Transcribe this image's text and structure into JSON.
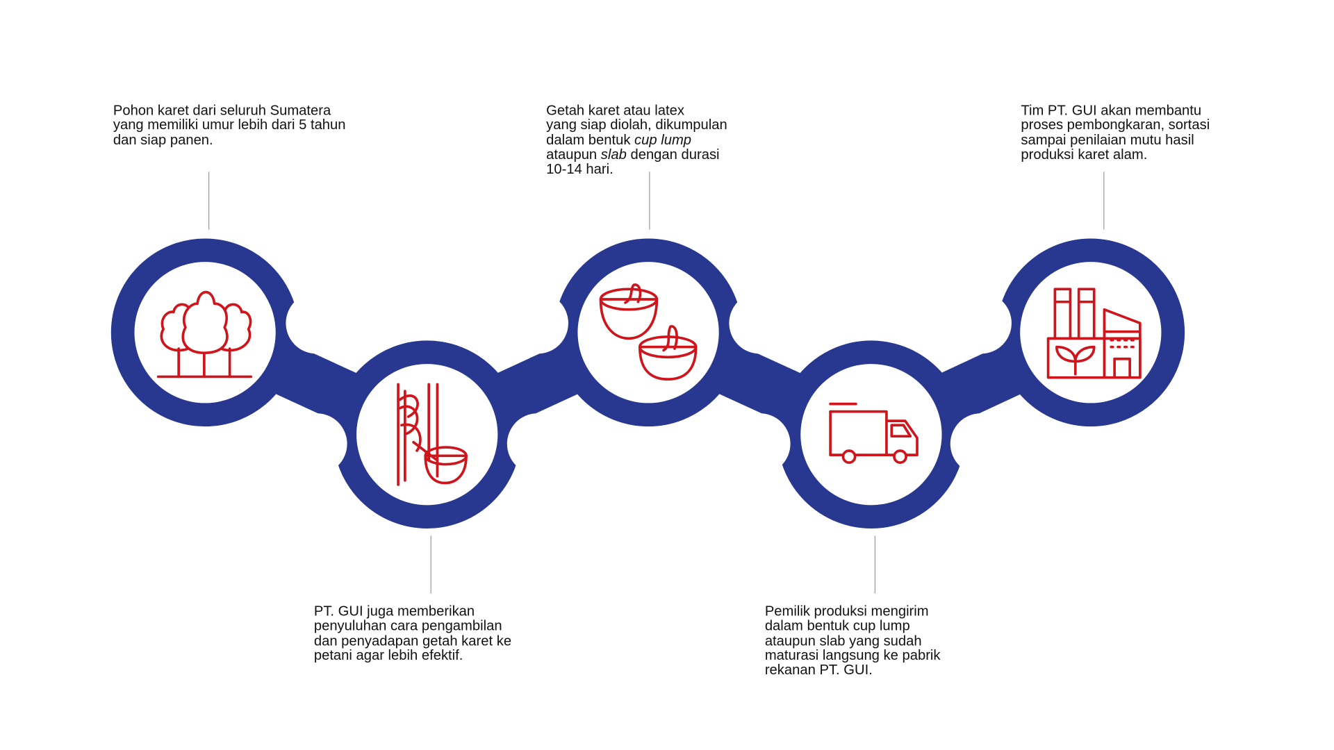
{
  "colors": {
    "ring": "#28378f",
    "icon": "#d0141b",
    "line": "#9a9a9a"
  },
  "steps": [
    {
      "icon": "trees-icon",
      "lines": [
        "Pohon karet dari seluruh Sumatera",
        "yang memiliki umur lebih dari 5 tahun",
        "dan siap panen."
      ]
    },
    {
      "icon": "tapping-tree-icon",
      "lines": [
        "PT. GUI juga memberikan",
        "penyuluhan cara pengambilan",
        "dan penyadapan getah karet ke",
        "petani agar lebih efektif."
      ]
    },
    {
      "icon": "latex-cups-icon",
      "lines": [
        "Getah karet atau latex",
        "yang siap diolah, dikumpulan"
      ],
      "line3_pre": "dalam bentuk ",
      "line3_em": "cup lump",
      "line4_pre": "ataupun ",
      "line4_em": "slab",
      "line4_post": " dengan durasi",
      "line5": "10-14 hari."
    },
    {
      "icon": "truck-icon",
      "lines": [
        "Pemilik produksi mengirim",
        "dalam bentuk cup lump",
        "ataupun slab yang sudah",
        "maturasi langsung ke pabrik",
        "rekanan PT. GUI."
      ]
    },
    {
      "icon": "factory-icon",
      "lines": [
        "Tim PT. GUI akan membantu",
        "proses pembongkaran, sortasi",
        "sampai penilaian mutu hasil",
        "produksi karet alam."
      ]
    }
  ]
}
